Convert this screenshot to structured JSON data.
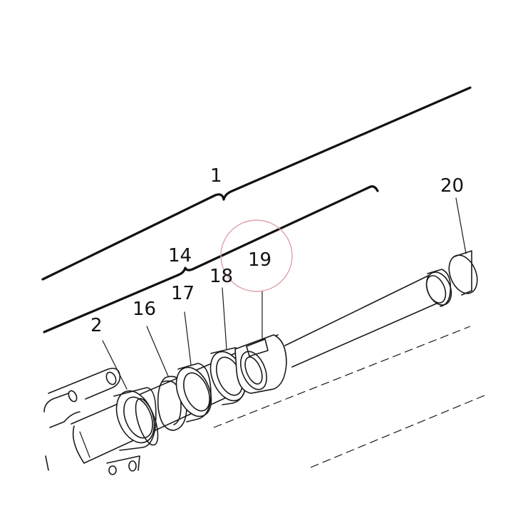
{
  "diagram": {
    "callouts": {
      "c1": "1",
      "c14": "14",
      "c2": "2",
      "c16": "16",
      "c17": "17",
      "c18": "18",
      "c19": "19",
      "c20": "20"
    },
    "highlight_color": "#e0a0a8"
  }
}
